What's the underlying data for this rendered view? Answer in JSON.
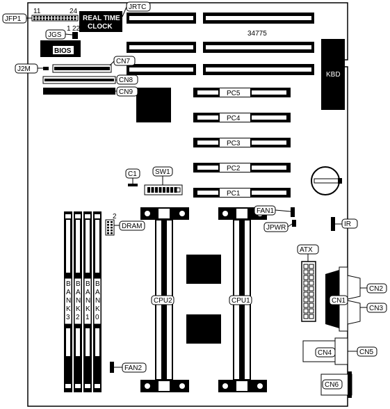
{
  "board": {
    "model": "34775",
    "rtc_text_line1": "REAL TIME",
    "rtc_text_line2": "CLOCK",
    "bios_label": "BIOS",
    "kbd_label": "KBD",
    "jfp1_pin_left": "11",
    "jfp1_pin_right": "24",
    "jgs_pin_left": "1",
    "jgs_pin_right": "22",
    "dram_pin": "2"
  },
  "callouts": {
    "jfp1": "JFP1",
    "jrtc": "JRTC",
    "jgs": "JGS",
    "j2m": "J2M",
    "cn7": "CN7",
    "cn8": "CN8",
    "cn9": "CN9",
    "c1": "C1",
    "sw1": "SW1",
    "dram": "DRAM",
    "fan1": "FAN1",
    "jpwr": "JPWR",
    "ir": "IR",
    "atx": "ATX",
    "cpu1": "CPU1",
    "cpu2": "CPU2",
    "cn1": "CN1",
    "cn2": "CN2",
    "cn3": "CN3",
    "cn4": "CN4",
    "cn5": "CN5",
    "cn6": "CN6",
    "fan2": "FAN2"
  },
  "pci_slots": [
    "PC5",
    "PC4",
    "PC3",
    "PC2",
    "PC1"
  ],
  "dimm_banks": [
    {
      "letters": [
        "B",
        "A",
        "N",
        "K",
        "3"
      ]
    },
    {
      "letters": [
        "B",
        "A",
        "N",
        "K",
        "2"
      ]
    },
    {
      "letters": [
        "B",
        "A",
        "N",
        "K",
        "1"
      ]
    },
    {
      "letters": [
        "B",
        "A",
        "N",
        "K",
        "0"
      ]
    }
  ]
}
